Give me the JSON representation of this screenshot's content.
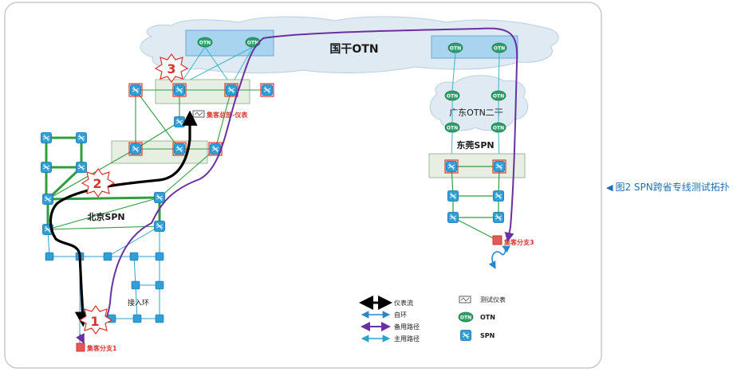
{
  "labels": {
    "guogan_otn": "国干OTN",
    "guangdong_otn": "广东OTN二干",
    "dongguan_spn": "东莞SPN",
    "beijing_spn": "北京SPN",
    "access_ring": "接入环",
    "hq_instrument": "集客总部-仪表",
    "branch1": "集客分支1",
    "branch3": "集客分支3",
    "otn_node": "OTN"
  },
  "markers": [
    "3",
    "2",
    "1"
  ],
  "legend": {
    "instrument_flow": "仪表流",
    "self_loop": "自环",
    "backup_path": "备用路径",
    "primary_path": "主用路径",
    "test_instrument": "测试仪表",
    "otn": "OTN",
    "spn": "SPN"
  },
  "caption": "图2  SPN跨省专线测试拓扑",
  "colors": {
    "instrument_flow": "#000000",
    "self_loop": "#2a86c6",
    "backup_path": "#6a2fa0",
    "primary_path": "#2aa3cf",
    "spn_link": "#2e9e3e",
    "otn_node": "#2e9e6a",
    "cloud": "#dfeaf3",
    "marker": "#d8332b"
  }
}
